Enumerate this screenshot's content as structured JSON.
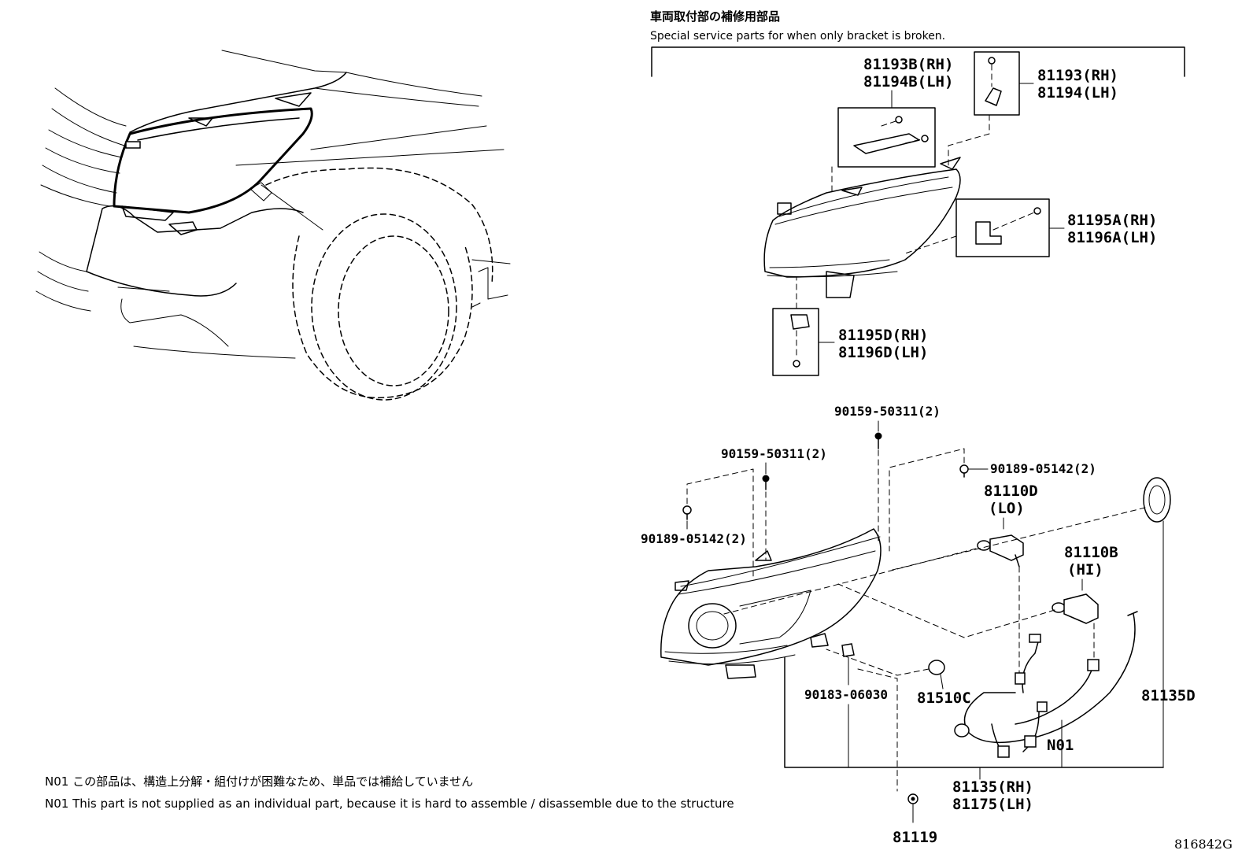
{
  "header": {
    "title_jp": "車両取付部の補修用部品",
    "title_en": "Special service parts for when only bracket is broken."
  },
  "parts": {
    "p81193B": "81193B(RH)",
    "p81194B": "81194B(LH)",
    "p81193": "81193(RH)",
    "p81194": "81194(LH)",
    "p81195A": "81195A(RH)",
    "p81196A": "81196A(LH)",
    "p81195D": "81195D(RH)",
    "p81196D": "81196D(LH)",
    "p90159_top": "90159-50311(2)",
    "p90159_left": "90159-50311(2)",
    "p90189_right": "90189-05142(2)",
    "p90189_left": "90189-05142(2)",
    "p81110D": "81110D",
    "p81110D_sub": "(LO)",
    "p81110B": "81110B",
    "p81110B_sub": "(HI)",
    "p90183": "90183-06030",
    "p81510C": "81510C",
    "p81135D": "81135D",
    "pN01": "N01",
    "p81135": "81135(RH)",
    "p81175": "81175(LH)",
    "p81119": "81119"
  },
  "notes": {
    "n01_jp": "N01 この部品は、構造上分解・組付けが困難なため、単品では補給していません",
    "n01_en": "N01 This part is not supplied as an individual part, because it is hard to assemble / disassemble due to the structure"
  },
  "ref_code": "816842G"
}
